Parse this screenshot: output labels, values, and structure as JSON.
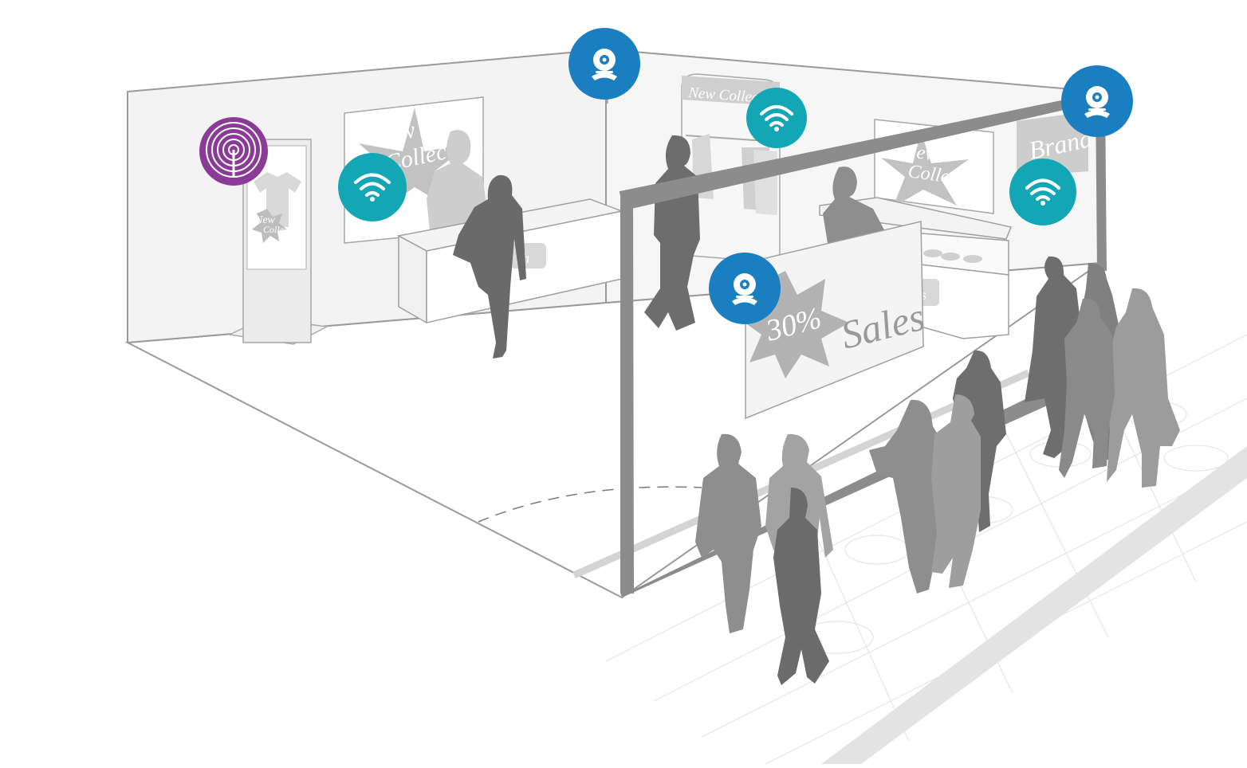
{
  "scene": {
    "colors": {
      "wall": "#f2f2f2",
      "floor": "#ffffff",
      "outline": "#999999",
      "frame": "#8f8f8f",
      "person_dark": "#6b6b6b",
      "person_mid": "#8c8c8c",
      "person_light": "#c4c4c4",
      "camera_badge": "#1a7fc1",
      "wifi_badge": "#13a6b4",
      "beacon_badge": "#8a3b96"
    },
    "icons": {
      "camera": "security-camera-icon",
      "wifi": "wifi-icon",
      "beacon": "beacon-icon"
    }
  },
  "signs": {
    "wall_poster_left_line1": "New",
    "wall_poster_left_line2": "Collection",
    "kiosk_line1": "New",
    "kiosk_line2": "Collection",
    "rack_header": "New Collection",
    "wall_poster_right_line1": "New",
    "wall_poster_right_line2": "Collection",
    "brand_banner": "Brand",
    "sale_percent": "30%",
    "sale_word": "Sales",
    "counter_left_label": "sh",
    "counter_right_label": "s"
  }
}
